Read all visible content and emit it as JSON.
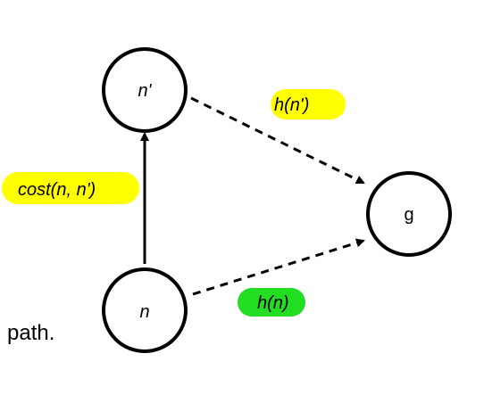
{
  "nodes": {
    "n_prime": {
      "label": "n'"
    },
    "g": {
      "label": "g"
    },
    "n": {
      "label": "n"
    }
  },
  "edges": {
    "cost": {
      "label": "cost(n, n')",
      "highlight_color": "#ffff00"
    },
    "h_n_prime": {
      "label": "h(n')",
      "highlight_color": "#ffff00"
    },
    "h_n": {
      "label": "h(n)",
      "highlight_color": "#22dd22"
    }
  },
  "side_text": "path.",
  "colors": {
    "stroke": "#000000",
    "background": "#ffffff"
  }
}
